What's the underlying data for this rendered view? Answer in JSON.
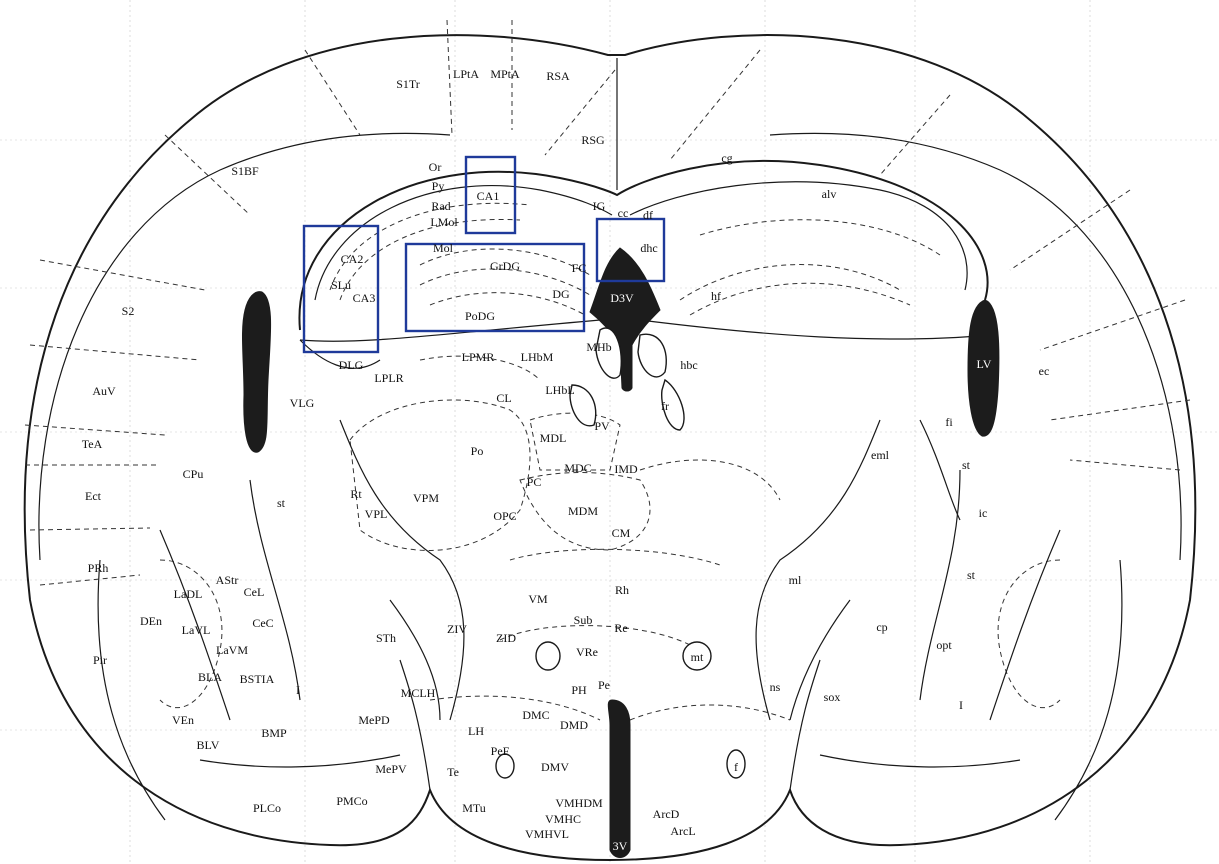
{
  "atlas": {
    "highlight_color": "#1f3a9a",
    "ventricle_color": "#1c1c1c",
    "labels": [
      {
        "id": "S1Tr",
        "text": "S1Tr"
      },
      {
        "id": "LPtA",
        "text": "LPtA"
      },
      {
        "id": "MPtA",
        "text": "MPtA"
      },
      {
        "id": "RSA",
        "text": "RSA"
      },
      {
        "id": "RSG",
        "text": "RSG"
      },
      {
        "id": "S1BF",
        "text": "S1BF"
      },
      {
        "id": "cg",
        "text": "cg"
      },
      {
        "id": "alv",
        "text": "alv"
      },
      {
        "id": "Or",
        "text": "Or"
      },
      {
        "id": "Py",
        "text": "Py"
      },
      {
        "id": "Rad",
        "text": "Rad"
      },
      {
        "id": "LMol",
        "text": "LMol"
      },
      {
        "id": "CA1",
        "text": "CA1"
      },
      {
        "id": "IG",
        "text": "IG"
      },
      {
        "id": "cc",
        "text": "cc"
      },
      {
        "id": "df",
        "text": "df"
      },
      {
        "id": "dhc",
        "text": "dhc"
      },
      {
        "id": "Mol",
        "text": "Mol"
      },
      {
        "id": "CA2",
        "text": "CA2"
      },
      {
        "id": "GrDG",
        "text": "GrDG"
      },
      {
        "id": "FC",
        "text": "FC"
      },
      {
        "id": "D3V",
        "text": "D3V"
      },
      {
        "id": "hf",
        "text": "hf"
      },
      {
        "id": "SLu",
        "text": "SLu"
      },
      {
        "id": "CA3",
        "text": "CA3"
      },
      {
        "id": "DG",
        "text": "DG"
      },
      {
        "id": "S2",
        "text": "S2"
      },
      {
        "id": "PoDG",
        "text": "PoDG"
      },
      {
        "id": "LV",
        "text": "LV"
      },
      {
        "id": "ec",
        "text": "ec"
      },
      {
        "id": "DLG",
        "text": "DLG"
      },
      {
        "id": "LPMR",
        "text": "LPMR"
      },
      {
        "id": "LHbM",
        "text": "LHbM"
      },
      {
        "id": "MHb",
        "text": "MHb"
      },
      {
        "id": "hbc",
        "text": "hbc"
      },
      {
        "id": "LPLR",
        "text": "LPLR"
      },
      {
        "id": "LHbL",
        "text": "LHbL"
      },
      {
        "id": "AuV",
        "text": "AuV"
      },
      {
        "id": "VLG",
        "text": "VLG"
      },
      {
        "id": "CL",
        "text": "CL"
      },
      {
        "id": "fr",
        "text": "fr"
      },
      {
        "id": "fi",
        "text": "fi"
      },
      {
        "id": "TeA",
        "text": "TeA"
      },
      {
        "id": "MDL",
        "text": "MDL"
      },
      {
        "id": "PV",
        "text": "PV"
      },
      {
        "id": "Po",
        "text": "Po"
      },
      {
        "id": "eml",
        "text": "eml"
      },
      {
        "id": "st_r",
        "text": "st"
      },
      {
        "id": "CPu",
        "text": "CPu"
      },
      {
        "id": "MDC",
        "text": "MDC"
      },
      {
        "id": "IMD",
        "text": "IMD"
      },
      {
        "id": "Ect",
        "text": "Ect"
      },
      {
        "id": "PC",
        "text": "PC"
      },
      {
        "id": "st_l",
        "text": "st"
      },
      {
        "id": "Rt",
        "text": "Rt"
      },
      {
        "id": "VPM",
        "text": "VPM"
      },
      {
        "id": "ic",
        "text": "ic"
      },
      {
        "id": "VPL",
        "text": "VPL"
      },
      {
        "id": "OPC",
        "text": "OPC"
      },
      {
        "id": "MDM",
        "text": "MDM"
      },
      {
        "id": "CM",
        "text": "CM"
      },
      {
        "id": "PRh",
        "text": "PRh"
      },
      {
        "id": "st_r2",
        "text": "st"
      },
      {
        "id": "AStr",
        "text": "AStr"
      },
      {
        "id": "ml",
        "text": "ml"
      },
      {
        "id": "LaDL",
        "text": "LaDL"
      },
      {
        "id": "CeL",
        "text": "CeL"
      },
      {
        "id": "Rh",
        "text": "Rh"
      },
      {
        "id": "VM",
        "text": "VM"
      },
      {
        "id": "DEn",
        "text": "DEn"
      },
      {
        "id": "CeC",
        "text": "CeC"
      },
      {
        "id": "LaVL",
        "text": "LaVL"
      },
      {
        "id": "ZIV",
        "text": "ZIV"
      },
      {
        "id": "Sub",
        "text": "Sub"
      },
      {
        "id": "Re",
        "text": "Re"
      },
      {
        "id": "cp",
        "text": "cp"
      },
      {
        "id": "STh",
        "text": "STh"
      },
      {
        "id": "ZID",
        "text": "ZID"
      },
      {
        "id": "opt",
        "text": "opt"
      },
      {
        "id": "LaVM",
        "text": "LaVM"
      },
      {
        "id": "VRe",
        "text": "VRe"
      },
      {
        "id": "mt",
        "text": "mt"
      },
      {
        "id": "Pir",
        "text": "Pir"
      },
      {
        "id": "BLA",
        "text": "BLA"
      },
      {
        "id": "BSTIA",
        "text": "BSTIA"
      },
      {
        "id": "I_l",
        "text": "I"
      },
      {
        "id": "PH",
        "text": "PH"
      },
      {
        "id": "Pe",
        "text": "Pe"
      },
      {
        "id": "ns",
        "text": "ns"
      },
      {
        "id": "sox",
        "text": "sox"
      },
      {
        "id": "MCLH",
        "text": "MCLH"
      },
      {
        "id": "I_r",
        "text": "I"
      },
      {
        "id": "VEn",
        "text": "VEn"
      },
      {
        "id": "MePD",
        "text": "MePD"
      },
      {
        "id": "DMC",
        "text": "DMC"
      },
      {
        "id": "BLV",
        "text": "BLV"
      },
      {
        "id": "BMP",
        "text": "BMP"
      },
      {
        "id": "LH",
        "text": "LH"
      },
      {
        "id": "DMD",
        "text": "DMD"
      },
      {
        "id": "PeF",
        "text": "PeF"
      },
      {
        "id": "f",
        "text": "f"
      },
      {
        "id": "Te",
        "text": "Te"
      },
      {
        "id": "MePV",
        "text": "MePV"
      },
      {
        "id": "DMV",
        "text": "DMV"
      },
      {
        "id": "ArcD",
        "text": "ArcD"
      },
      {
        "id": "MTu",
        "text": "MTu"
      },
      {
        "id": "VMHDM",
        "text": "VMHDM"
      },
      {
        "id": "PLCo",
        "text": "PLCo"
      },
      {
        "id": "PMCo",
        "text": "PMCo"
      },
      {
        "id": "VMHC",
        "text": "VMHC"
      },
      {
        "id": "ArcL",
        "text": "ArcL"
      },
      {
        "id": "VMHVL",
        "text": "VMHVL"
      },
      {
        "id": "3V",
        "text": "3V"
      }
    ]
  }
}
